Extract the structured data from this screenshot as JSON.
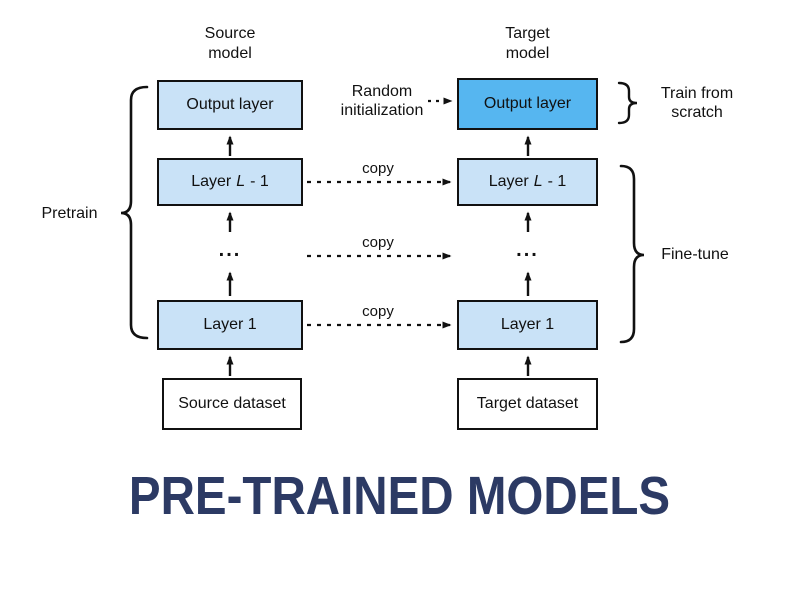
{
  "title": "PRE-TRAINED MODELS",
  "diagram": {
    "source": {
      "header_line1": "Source",
      "header_line2": "model",
      "output_label": "Output layer",
      "layer_lm1_prefix": "Layer",
      "layer_lm1_var": "L",
      "layer_lm1_suffix": "- 1",
      "ellipsis": "...",
      "layer1_label": "Layer 1",
      "dataset_label": "Source dataset"
    },
    "target": {
      "header_line1": "Target",
      "header_line2": "model",
      "output_label": "Output layer",
      "layer_lm1_prefix": "Layer",
      "layer_lm1_var": "L",
      "layer_lm1_suffix": "- 1",
      "ellipsis": "...",
      "layer1_label": "Layer 1",
      "dataset_label": "Target dataset"
    },
    "annotations": {
      "random_init_line1": "Random",
      "random_init_line2": "initialization",
      "copy_label": "copy",
      "pretrain_label": "Pretrain",
      "train_scratch_line1": "Train from",
      "train_scratch_line2": "scratch",
      "finetune_label": "Fine-tune"
    },
    "colors": {
      "layer_fill": "#c9e2f7",
      "output_new_fill": "#56b6f0",
      "box_border": "#111111",
      "title_color": "#2c3a64"
    }
  }
}
